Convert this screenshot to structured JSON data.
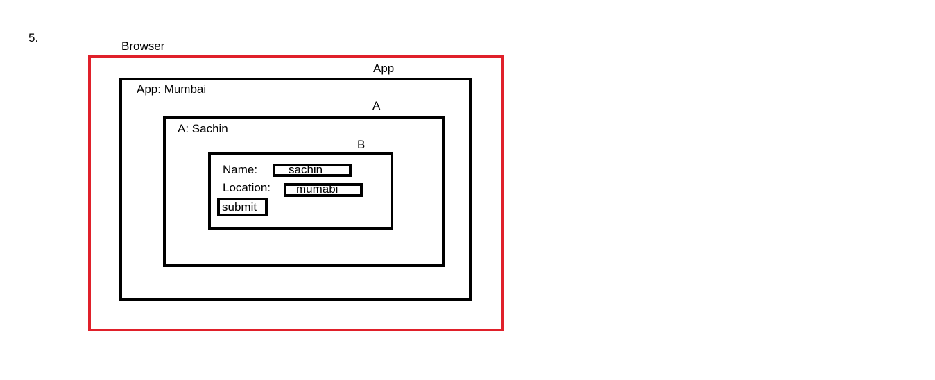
{
  "step_number": "5.",
  "browser": {
    "label": "Browser"
  },
  "app": {
    "label": "App",
    "state": "App: Mumbai"
  },
  "a": {
    "label": "A",
    "state": "A: Sachin"
  },
  "b": {
    "label": "B",
    "name_label": "Name:",
    "name_value": "sachin",
    "location_label": "Location:",
    "location_value": "mumabi",
    "submit_label": "submit"
  },
  "colors": {
    "browser_border": "#e0202a",
    "component_border": "#000000"
  }
}
